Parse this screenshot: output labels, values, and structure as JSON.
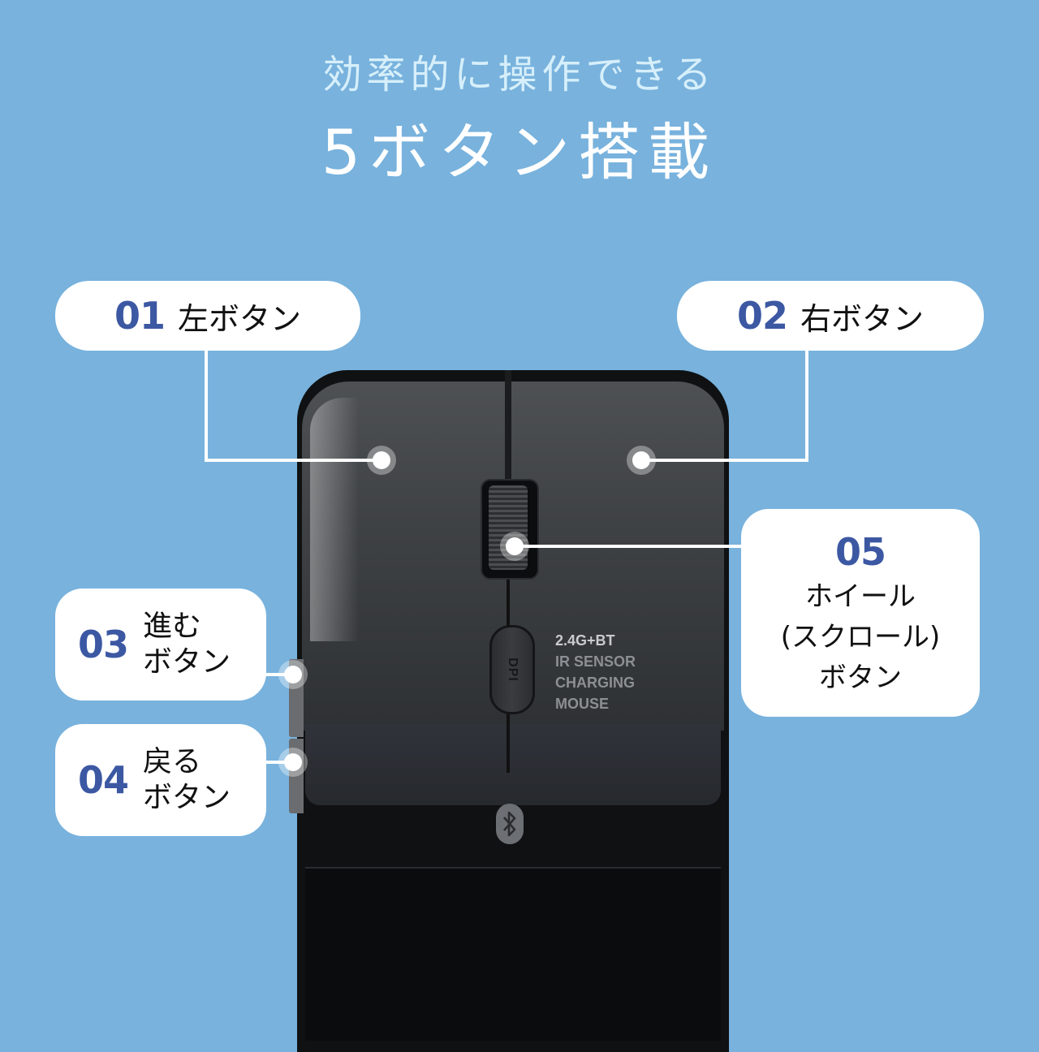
{
  "headline": {
    "subtitle": "効率的に操作できる",
    "title": "5ボタン搭載"
  },
  "callouts": [
    {
      "number": "01",
      "label": "左ボタン"
    },
    {
      "number": "02",
      "label": "右ボタン"
    },
    {
      "number": "03",
      "label_lines": [
        "進む",
        "ボタン"
      ]
    },
    {
      "number": "04",
      "label_lines": [
        "戻る",
        "ボタン"
      ]
    },
    {
      "number": "05",
      "label_lines": [
        "ホイール",
        "(スクロール)",
        "ボタン"
      ]
    }
  ],
  "mouse": {
    "dpi_label": "DPI",
    "spec_lines": [
      "2.4G+BT",
      "IR SENSOR",
      "CHARGING",
      "MOUSE"
    ],
    "icon": "bluetooth-icon"
  },
  "colors": {
    "background": "#78b2dd",
    "number_accent": "#3c58a3",
    "subtitle": "#d6effa"
  }
}
